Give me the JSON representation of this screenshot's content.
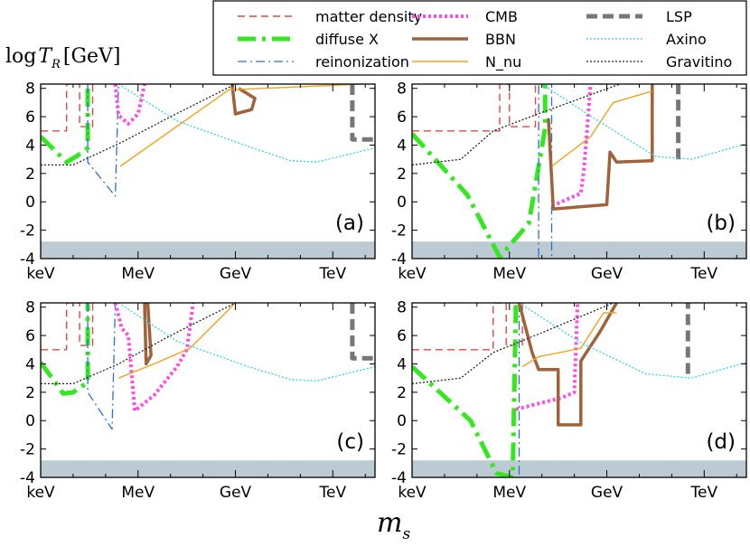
{
  "legend": [
    {
      "label": "matter density",
      "color": "#e8453c",
      "style": "dash",
      "width": 1.4
    },
    {
      "label": "diffuse X",
      "color": "#33e81f",
      "style": "dashdot",
      "width": 5
    },
    {
      "label": "reinonization",
      "color": "#2a6fd6",
      "style": "dashdot-thin",
      "width": 1.3
    },
    {
      "label": "CMB",
      "color": "#ff4be5",
      "style": "dot",
      "width": 4
    },
    {
      "label": "BBN",
      "color": "#a0623a",
      "style": "solid",
      "width": 3.5
    },
    {
      "label": "N_nu",
      "color": "#f5a11c",
      "style": "solid",
      "width": 1.4
    },
    {
      "label": "LSP",
      "color": "#777777",
      "style": "thickdash",
      "width": 5
    },
    {
      "label": "Axino",
      "color": "#2fd4e6",
      "style": "dot-thin",
      "width": 1.3
    },
    {
      "label": "Gravitino",
      "color": "#222222",
      "style": "dot-thin",
      "width": 1.3
    }
  ],
  "axes": {
    "ylabel_prefix": "log",
    "ylabel_var": "T",
    "ylabel_sub": "R",
    "ylabel_unit": "[GeV]",
    "xlabel_var": "m",
    "xlabel_sub": "s",
    "yticks": [
      "8",
      "6",
      "4",
      "2",
      "0",
      "-2",
      "-4"
    ],
    "xticks": [
      "keV",
      "MeV",
      "GeV",
      "TeV"
    ]
  },
  "chart_data": [
    {
      "panel": "(a)",
      "type": "line",
      "xlabel": "m_s",
      "ylabel": "log T_R [GeV]",
      "x_unit": "log10(m_s/keV)",
      "ylim": [
        -4,
        8.3
      ],
      "xlim": [
        0,
        10.3
      ],
      "excluded_band": [
        -4,
        -2.8
      ],
      "series": [
        {
          "name": "matter density",
          "points": [
            [
              0,
              5
            ],
            [
              0.8,
              5
            ],
            [
              0.8,
              8.3
            ],
            [
              1.2,
              8.3
            ],
            [
              1.2,
              5.3
            ],
            [
              1.6,
              5.3
            ],
            [
              1.6,
              8.3
            ]
          ]
        },
        {
          "name": "diffuse X",
          "points": [
            [
              0,
              4.6
            ],
            [
              0.8,
              2.8
            ],
            [
              1.1,
              3.2
            ],
            [
              1.45,
              3.8
            ],
            [
              1.45,
              8.3
            ]
          ]
        },
        {
          "name": "reinonization",
          "points": [
            [
              1.45,
              8.3
            ],
            [
              1.45,
              2.8
            ],
            [
              2.3,
              0.4
            ],
            [
              2.4,
              8.3
            ]
          ]
        },
        {
          "name": "CMB",
          "points": [
            [
              2.3,
              8.3
            ],
            [
              2.4,
              6.1
            ],
            [
              2.7,
              5.5
            ],
            [
              3.0,
              6.2
            ],
            [
              3.2,
              8.3
            ]
          ]
        },
        {
          "name": "BBN",
          "points": [
            [
              5.9,
              8.3
            ],
            [
              6.0,
              6.2
            ],
            [
              6.5,
              6.5
            ],
            [
              6.6,
              7.3
            ],
            [
              6.1,
              8.0
            ]
          ]
        },
        {
          "name": "N_nu",
          "points": [
            [
              2.45,
              2.5
            ],
            [
              5.8,
              7.9
            ],
            [
              9.9,
              8.3
            ]
          ]
        },
        {
          "name": "LSP",
          "points": [
            [
              9.6,
              8.3
            ],
            [
              9.6,
              4.4
            ],
            [
              10.3,
              4.4
            ]
          ]
        },
        {
          "name": "Axino",
          "points": [
            [
              2.4,
              8.3
            ],
            [
              4.2,
              5.7
            ],
            [
              6.4,
              3.9
            ],
            [
              7.7,
              2.9
            ],
            [
              8.5,
              2.8
            ],
            [
              10.3,
              3.8
            ]
          ]
        },
        {
          "name": "Gravitino",
          "points": [
            [
              0,
              2.6
            ],
            [
              1.0,
              2.6
            ],
            [
              2.5,
              4.2
            ],
            [
              4.0,
              6.0
            ],
            [
              6.0,
              8.3
            ]
          ]
        }
      ]
    },
    {
      "panel": "(b)",
      "type": "line",
      "xlabel": "m_s",
      "ylabel": "log T_R [GeV]",
      "x_unit": "log10(m_s/keV)",
      "ylim": [
        -4,
        8.3
      ],
      "xlim": [
        0,
        10.3
      ],
      "excluded_band": [
        -4,
        -2.8
      ],
      "series": [
        {
          "name": "matter density",
          "points": [
            [
              0,
              5
            ],
            [
              2.7,
              5
            ],
            [
              2.7,
              8.3
            ],
            [
              3.0,
              8.3
            ],
            [
              3.0,
              5.3
            ],
            [
              3.8,
              5.3
            ],
            [
              3.8,
              8.3
            ]
          ]
        },
        {
          "name": "diffuse X",
          "points": [
            [
              0,
              4.8
            ],
            [
              1.7,
              0.5
            ],
            [
              2.7,
              -3.9
            ],
            [
              3.6,
              -1.5
            ],
            [
              4.1,
              5.2
            ],
            [
              4.1,
              8.3
            ]
          ]
        },
        {
          "name": "reinonization",
          "points": [
            [
              3.9,
              -3.9
            ],
            [
              3.9,
              8.3
            ],
            [
              4.3,
              8.3
            ],
            [
              4.3,
              -3.9
            ]
          ]
        },
        {
          "name": "CMB",
          "points": [
            [
              4.3,
              -0.2
            ],
            [
              4.5,
              -0.1
            ],
            [
              5.2,
              0.6
            ],
            [
              5.3,
              2.4
            ],
            [
              5.5,
              8.3
            ]
          ]
        },
        {
          "name": "BBN",
          "points": [
            [
              4.2,
              5.9
            ],
            [
              4.35,
              -0.5
            ],
            [
              6.0,
              -0.2
            ],
            [
              6.1,
              3.5
            ],
            [
              6.3,
              2.8
            ],
            [
              7.4,
              2.9
            ],
            [
              7.4,
              8.3
            ]
          ]
        },
        {
          "name": "N_nu",
          "points": [
            [
              4.3,
              2.5
            ],
            [
              5.5,
              4.6
            ],
            [
              6.2,
              7.0
            ],
            [
              7.4,
              7.8
            ]
          ]
        },
        {
          "name": "LSP",
          "points": [
            [
              8.2,
              3.0
            ],
            [
              8.2,
              8.3
            ]
          ]
        },
        {
          "name": "Axino",
          "points": [
            [
              4.0,
              8.3
            ],
            [
              5.6,
              5.9
            ],
            [
              7.5,
              3.2
            ],
            [
              8.6,
              3.0
            ],
            [
              10.3,
              4.1
            ]
          ]
        },
        {
          "name": "Gravitino",
          "points": [
            [
              0,
              2.6
            ],
            [
              1.5,
              3.0
            ],
            [
              2.5,
              5.0
            ],
            [
              4.0,
              6.3
            ],
            [
              6.4,
              8.3
            ]
          ]
        }
      ]
    },
    {
      "panel": "(c)",
      "type": "line",
      "xlabel": "m_s",
      "ylabel": "log T_R [GeV]",
      "x_unit": "log10(m_s/keV)",
      "ylim": [
        -4,
        8.3
      ],
      "xlim": [
        0,
        10.3
      ],
      "excluded_band": [
        -4,
        -2.8
      ],
      "series": [
        {
          "name": "matter density",
          "points": [
            [
              0,
              5
            ],
            [
              0.8,
              5
            ],
            [
              0.8,
              8.3
            ],
            [
              1.2,
              8.3
            ],
            [
              1.2,
              5.3
            ],
            [
              1.6,
              5.3
            ],
            [
              1.6,
              8.3
            ]
          ]
        },
        {
          "name": "diffuse X",
          "points": [
            [
              0,
              4.1
            ],
            [
              0.7,
              1.9
            ],
            [
              1.0,
              2.0
            ],
            [
              1.45,
              2.7
            ],
            [
              1.45,
              8.3
            ]
          ]
        },
        {
          "name": "reinonization",
          "points": [
            [
              1.45,
              8.3
            ],
            [
              1.45,
              2.0
            ],
            [
              2.2,
              -0.6
            ],
            [
              2.3,
              8.3
            ]
          ]
        },
        {
          "name": "CMB",
          "points": [
            [
              2.3,
              8.3
            ],
            [
              2.5,
              6.5
            ],
            [
              2.7,
              6.0
            ],
            [
              2.9,
              0.7
            ],
            [
              3.5,
              1.8
            ],
            [
              4.2,
              3.8
            ],
            [
              4.5,
              5.0
            ],
            [
              4.7,
              8.3
            ]
          ]
        },
        {
          "name": "BBN",
          "points": [
            [
              3.2,
              8.3
            ],
            [
              3.25,
              4.0
            ],
            [
              3.4,
              4.6
            ],
            [
              3.3,
              8.3
            ]
          ]
        },
        {
          "name": "N_nu",
          "points": [
            [
              2.4,
              3.0
            ],
            [
              3.6,
              4.1
            ],
            [
              4.6,
              5.1
            ],
            [
              6.0,
              8.3
            ]
          ]
        },
        {
          "name": "LSP",
          "points": [
            [
              9.6,
              8.3
            ],
            [
              9.6,
              4.4
            ],
            [
              10.3,
              4.4
            ]
          ]
        },
        {
          "name": "Axino",
          "points": [
            [
              2.4,
              8.3
            ],
            [
              4.2,
              5.6
            ],
            [
              6.4,
              3.8
            ],
            [
              7.7,
              2.9
            ],
            [
              8.5,
              2.8
            ],
            [
              10.3,
              3.8
            ]
          ]
        },
        {
          "name": "Gravitino",
          "points": [
            [
              0,
              2.6
            ],
            [
              1.0,
              2.6
            ],
            [
              2.4,
              4.0
            ],
            [
              4.0,
              6.0
            ],
            [
              6.0,
              8.3
            ]
          ]
        }
      ]
    },
    {
      "panel": "(d)",
      "type": "line",
      "xlabel": "m_s",
      "ylabel": "log T_R [GeV]",
      "x_unit": "log10(m_s/keV)",
      "ylim": [
        -4,
        8.3
      ],
      "xlim": [
        0,
        10.3
      ],
      "excluded_band": [
        -4,
        -2.8
      ],
      "series": [
        {
          "name": "matter density",
          "points": [
            [
              0,
              5
            ],
            [
              2.5,
              5
            ],
            [
              2.5,
              8.3
            ],
            [
              2.9,
              8.3
            ],
            [
              2.9,
              5.3
            ],
            [
              3.4,
              5.3
            ],
            [
              3.4,
              8.3
            ]
          ]
        },
        {
          "name": "diffuse X",
          "points": [
            [
              0,
              3.8
            ],
            [
              1.8,
              0.0
            ],
            [
              2.6,
              -3.7
            ],
            [
              3.1,
              -4.0
            ],
            [
              3.2,
              8.3
            ]
          ]
        },
        {
          "name": "reinonization",
          "points": [
            [
              3.3,
              8.3
            ],
            [
              3.3,
              -4.0
            ]
          ]
        },
        {
          "name": "CMB",
          "points": [
            [
              3.2,
              0.8
            ],
            [
              4.6,
              1.6
            ],
            [
              5.0,
              2.0
            ],
            [
              5.1,
              8.3
            ]
          ]
        },
        {
          "name": "BBN",
          "points": [
            [
              3.3,
              8.3
            ],
            [
              3.7,
              4.8
            ],
            [
              3.9,
              3.6
            ],
            [
              4.5,
              3.6
            ],
            [
              4.5,
              -0.3
            ],
            [
              5.2,
              -0.3
            ],
            [
              5.2,
              4.2
            ],
            [
              5.8,
              6.3
            ],
            [
              6.3,
              8.3
            ]
          ]
        },
        {
          "name": "N_nu",
          "points": [
            [
              3.4,
              3.8
            ],
            [
              3.9,
              4.5
            ],
            [
              5.2,
              5.1
            ],
            [
              5.9,
              7.6
            ],
            [
              6.3,
              7.6
            ]
          ]
        },
        {
          "name": "LSP",
          "points": [
            [
              8.5,
              3.3
            ],
            [
              8.5,
              8.3
            ]
          ]
        },
        {
          "name": "Axino",
          "points": [
            [
              3.3,
              8.3
            ],
            [
              5.2,
              5.5
            ],
            [
              7.2,
              3.3
            ],
            [
              8.6,
              3.0
            ],
            [
              10.3,
              4.1
            ]
          ]
        },
        {
          "name": "Gravitino",
          "points": [
            [
              0,
              2.6
            ],
            [
              1.5,
              3.0
            ],
            [
              2.5,
              4.8
            ],
            [
              4.0,
              6.2
            ],
            [
              6.2,
              8.3
            ]
          ]
        }
      ]
    }
  ]
}
